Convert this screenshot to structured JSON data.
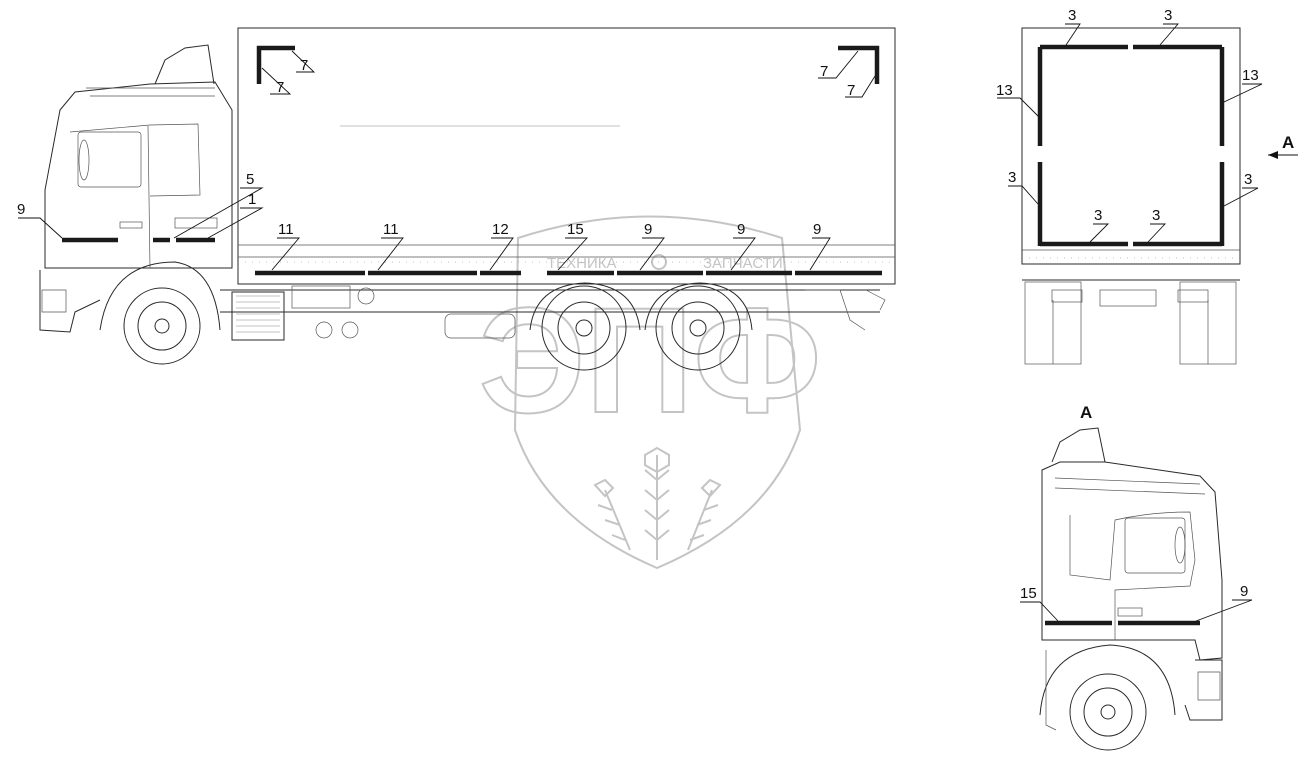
{
  "watermark": {
    "logo_text": "ЭПФ",
    "caption_left": "ТЕХНИКА",
    "caption_right": "ЗАПЧАСТИ"
  },
  "view_marker": {
    "arrow_label": "A",
    "view_title": "A"
  },
  "callouts": {
    "side": [
      {
        "text": "9"
      },
      {
        "text": "5"
      },
      {
        "text": "1"
      },
      {
        "text": "11"
      },
      {
        "text": "11"
      },
      {
        "text": "12"
      },
      {
        "text": "15"
      },
      {
        "text": "9"
      },
      {
        "text": "9"
      },
      {
        "text": "9"
      },
      {
        "text": "7"
      },
      {
        "text": "7"
      },
      {
        "text": "7"
      },
      {
        "text": "7"
      }
    ],
    "rear": [
      {
        "text": "3"
      },
      {
        "text": "3"
      },
      {
        "text": "13"
      },
      {
        "text": "13"
      },
      {
        "text": "3"
      },
      {
        "text": "3"
      },
      {
        "text": "3"
      },
      {
        "text": "3"
      }
    ],
    "cab": [
      {
        "text": "15"
      },
      {
        "text": "9"
      }
    ]
  },
  "colors": {
    "line": "#2a2a2a",
    "tape": "#1a1a1a",
    "watermark": "#c4c4c4"
  }
}
